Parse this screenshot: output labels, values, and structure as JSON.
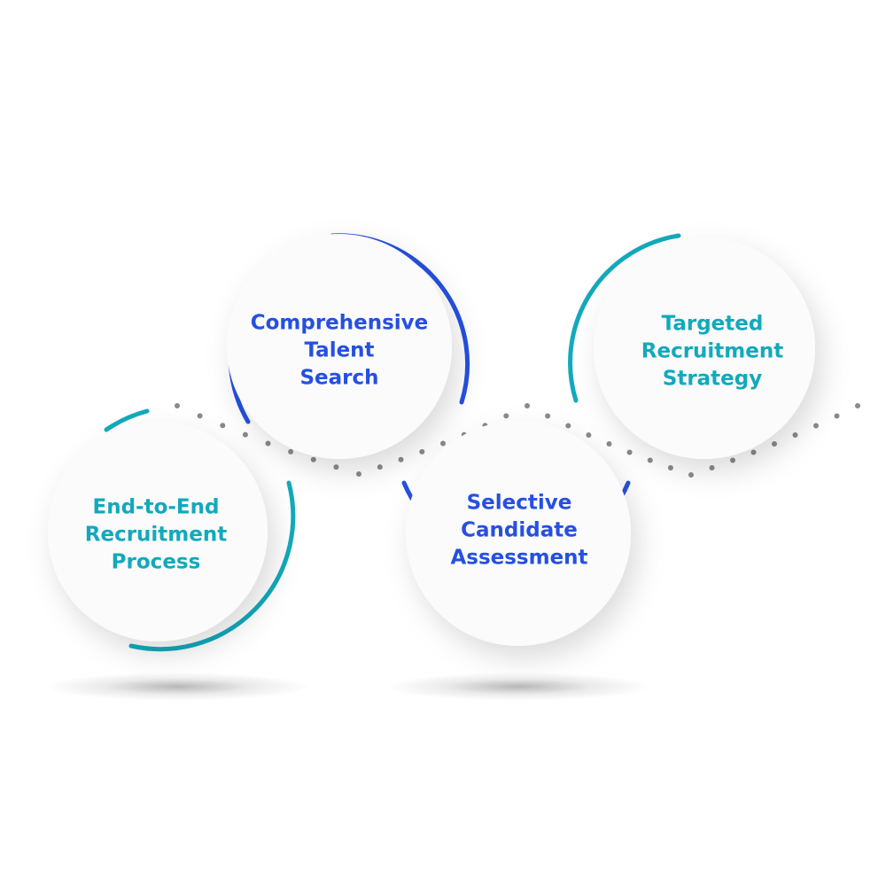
{
  "colors": {
    "blue": "#2550e0",
    "teal": "#12a9bc",
    "dots": "#8a8a8a",
    "circle_fill": "#fbfbfb"
  },
  "steps": [
    {
      "lines": [
        "Comprehensive",
        "Talent",
        "Search"
      ],
      "accent": "blue"
    },
    {
      "lines": [
        "Targeted",
        "Recruitment",
        "Strategy"
      ],
      "accent": "teal"
    },
    {
      "lines": [
        "End-to-End",
        "Recruitment",
        "Process"
      ],
      "accent": "teal"
    },
    {
      "lines": [
        "Selective",
        "Candidate",
        "Assessment"
      ],
      "accent": "blue"
    }
  ]
}
